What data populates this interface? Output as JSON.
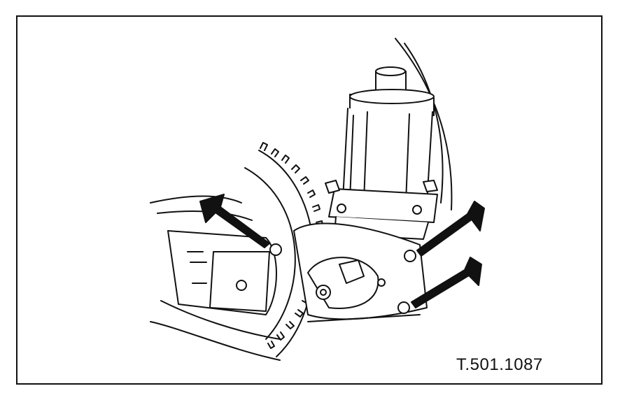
{
  "figure": {
    "reference_code": "T.501.1087",
    "line_color": "#111111",
    "background_color": "#ffffff",
    "callout_arrow_count": 3,
    "callout_targets": [
      "left-mounting-bolt",
      "right-upper-mounting-bolt",
      "right-lower-mounting-bolt"
    ]
  }
}
